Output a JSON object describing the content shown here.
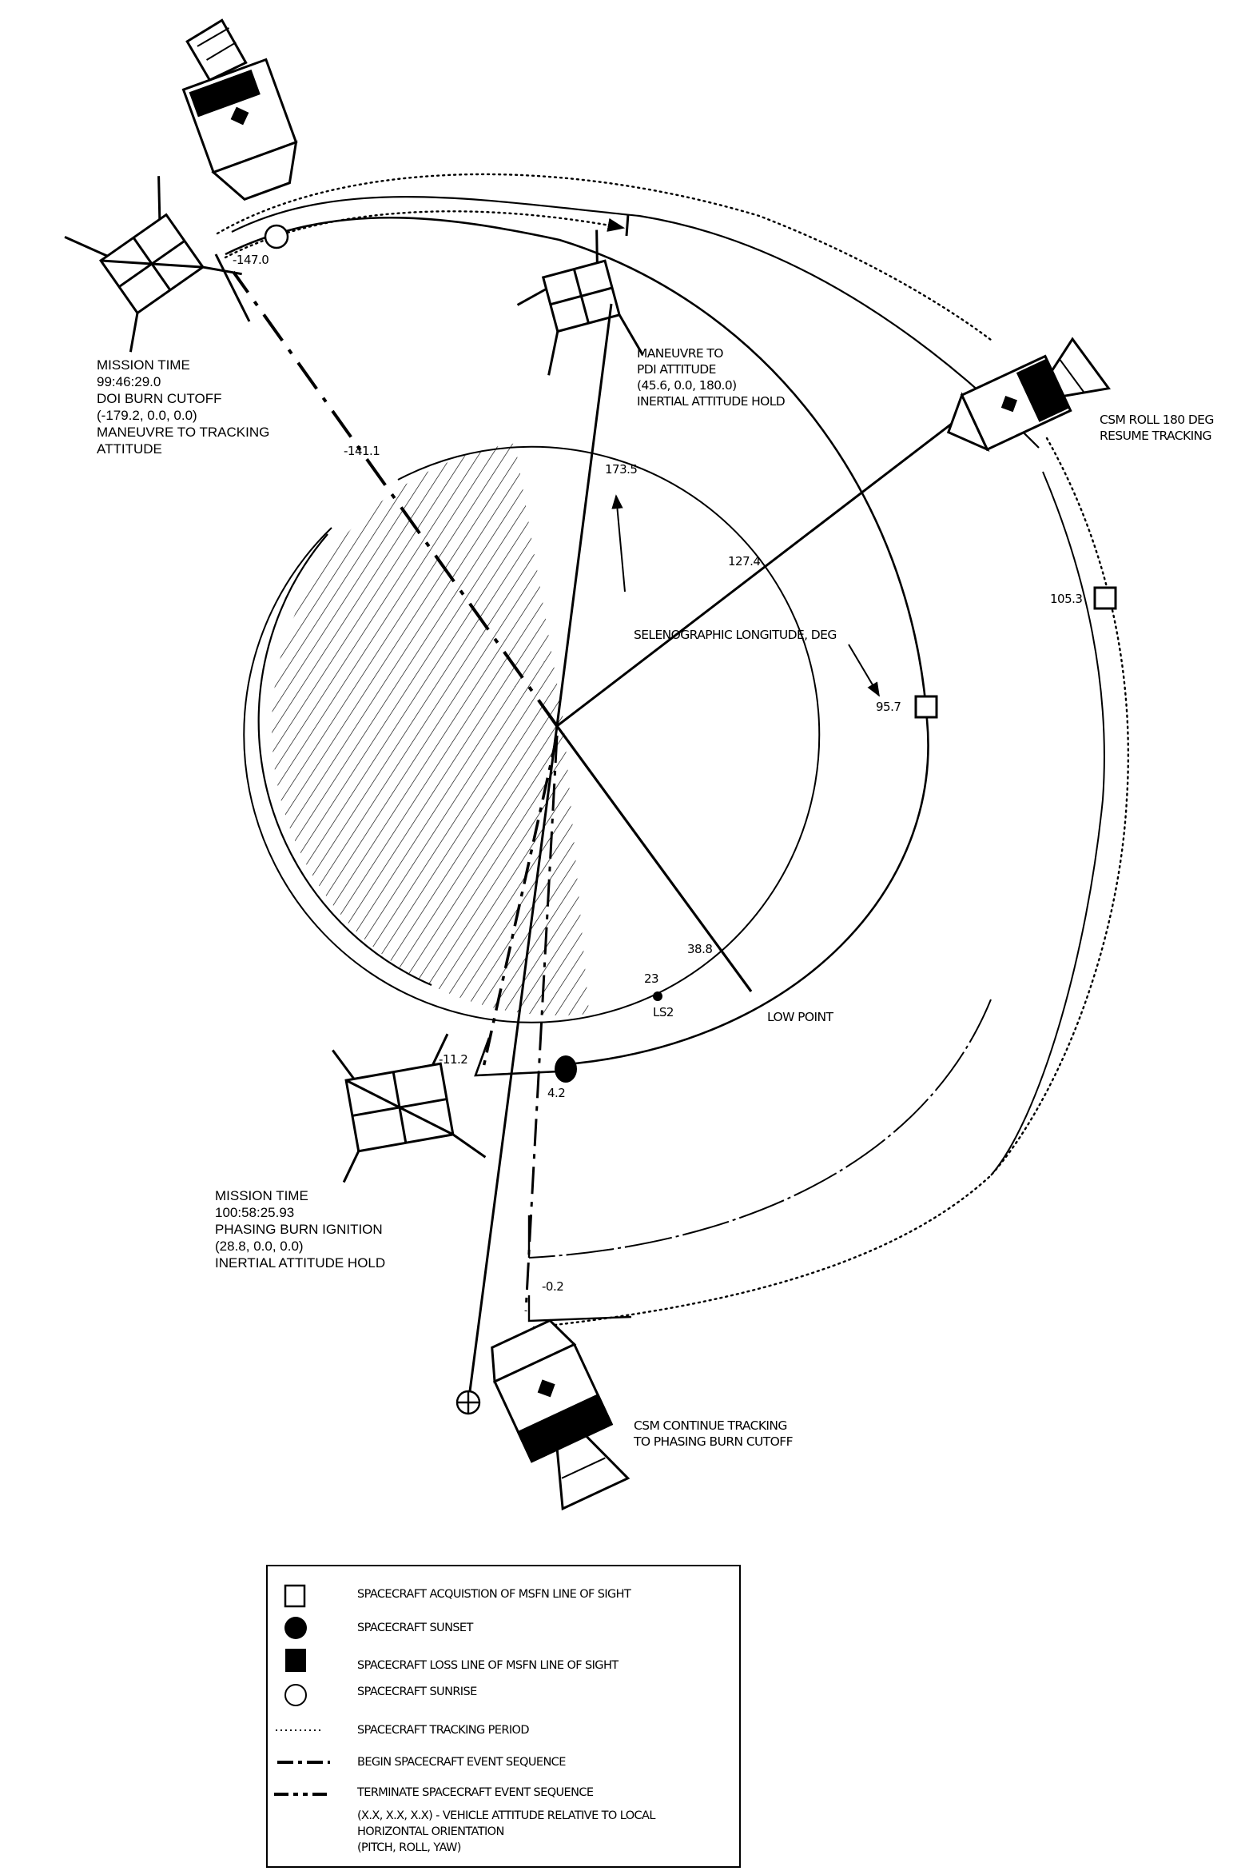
{
  "colors": {
    "ink": "#000000",
    "paper": "#ffffff"
  },
  "annotations": {
    "doi": [
      "MISSION TIME",
      "99:46:29.0",
      "DOI BURN CUTOFF",
      "(-179.2, 0.0, 0.0)",
      "MANEUVRE TO TRACKING",
      "ATTITUDE"
    ],
    "pdi": [
      "MANEUVRE TO",
      "PDI ATTITUDE",
      "(45.6, 0.0, 180.0)",
      "INERTIAL ATTITUDE HOLD"
    ],
    "csm_roll": [
      "CSM ROLL 180 DEG",
      "RESUME TRACKING"
    ],
    "phasing": [
      "MISSION TIME",
      "100:58:25.93",
      "PHASING BURN IGNITION",
      "(28.8, 0.0, 0.0)",
      "INERTIAL ATTITUDE HOLD"
    ],
    "csm_continue": [
      "CSM CONTINUE TRACKING",
      "TO PHASING BURN CUTOFF"
    ],
    "axis_label": "SELENOGRAPHIC LONGITUDE, DEG",
    "low_point": "LOW POINT",
    "landing_site": "LS2"
  },
  "longitudes": {
    "doi_cutoff": "-147.0",
    "shadow_entry": "-141.1",
    "pdi_maneuver": "173.5",
    "csm_roll": "127.4",
    "lm_acquisition": "95.7",
    "csm_acquisition": "105.3",
    "low_point": "38.8",
    "landing_site": "23",
    "phasing_ignition": "-11.2",
    "sunset": "4.2",
    "phasing_cutoff": "-0.2"
  },
  "legend": {
    "items": [
      {
        "symbol": "open-square-icon",
        "label": "SPACECRAFT ACQUISTION OF MSFN LINE OF SIGHT"
      },
      {
        "symbol": "filled-circle-icon",
        "label": "SPACECRAFT SUNSET"
      },
      {
        "symbol": "filled-square-icon",
        "label": "SPACECRAFT LOSS LINE OF MSFN LINE OF SIGHT"
      },
      {
        "symbol": "open-circle-icon",
        "label": "SPACECRAFT SUNRISE"
      },
      {
        "symbol": "dotted-line-icon",
        "label": "SPACECRAFT TRACKING PERIOD"
      },
      {
        "symbol": "dash-dot-line-icon",
        "label": "BEGIN SPACECRAFT EVENT SEQUENCE"
      },
      {
        "symbol": "dash-dot-dot-line-icon",
        "label": "TERMINATE SPACECRAFT EVENT SEQUENCE"
      }
    ],
    "note": [
      "(X.X, X.X, X.X) - VEHICLE ATTITUDE RELATIVE TO LOCAL",
      "HORIZONTAL ORIENTATION",
      "(PITCH, ROLL, YAW)"
    ]
  }
}
